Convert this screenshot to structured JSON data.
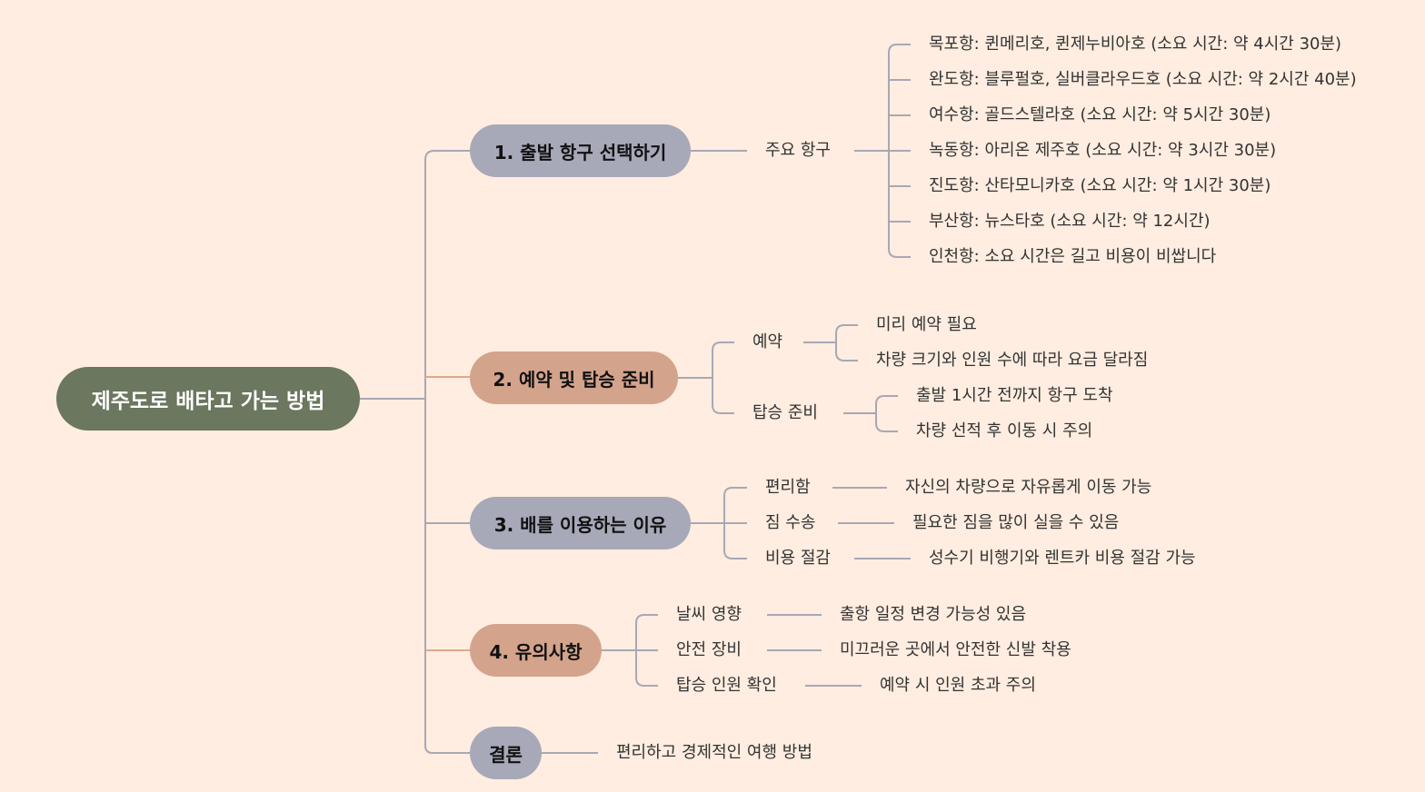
{
  "root": "제주도로 배타고 가는 방법",
  "colors": {
    "background": "#FEEDE0",
    "root": "#6B775E",
    "gray_branch": "#A7A8B8",
    "tan_branch": "#D4A38C",
    "gray_line": "#A8A8B4",
    "tan_line": "#E0A88A"
  },
  "branches": [
    {
      "label": "1. 출발 항구 선택하기",
      "children": [
        {
          "label": "주요 항구",
          "children": [
            "목포항: 퀸메리호, 퀸제누비아호 (소요 시간: 약 4시간 30분)",
            "완도항: 블루펄호, 실버클라우드호 (소요 시간: 약 2시간 40분)",
            "여수항: 골드스텔라호 (소요 시간: 약 5시간 30분)",
            "녹동항: 아리온 제주호 (소요 시간: 약 3시간 30분)",
            "진도항: 산타모니카호 (소요 시간: 약 1시간 30분)",
            "부산항: 뉴스타호 (소요 시간: 약 12시간)",
            "인천항: 소요 시간은 길고 비용이 비쌉니다"
          ]
        }
      ]
    },
    {
      "label": "2. 예약 및 탑승 준비",
      "children": [
        {
          "label": "예약",
          "children": [
            "미리 예약 필요",
            "차량 크기와 인원 수에 따라 요금 달라짐"
          ]
        },
        {
          "label": "탑승 준비",
          "children": [
            "출발 1시간 전까지 항구 도착",
            "차량 선적 후 이동 시 주의"
          ]
        }
      ]
    },
    {
      "label": "3. 배를 이용하는 이유",
      "children": [
        {
          "label": "편리함",
          "children": [
            "자신의 차량으로 자유롭게 이동 가능"
          ]
        },
        {
          "label": "짐 수송",
          "children": [
            "필요한 짐을 많이 실을 수 있음"
          ]
        },
        {
          "label": "비용 절감",
          "children": [
            "성수기 비행기와 렌트카 비용 절감 가능"
          ]
        }
      ]
    },
    {
      "label": "4. 유의사항",
      "children": [
        {
          "label": "날씨 영향",
          "children": [
            "출항 일정 변경 가능성 있음"
          ]
        },
        {
          "label": "안전 장비",
          "children": [
            "미끄러운 곳에서 안전한 신발 착용"
          ]
        },
        {
          "label": "탑승 인원 확인",
          "children": [
            "예약 시 인원 초과 주의"
          ]
        }
      ]
    },
    {
      "label": "결론",
      "children": [
        {
          "label": "편리하고 경제적인 여행 방법",
          "children": []
        }
      ]
    }
  ]
}
